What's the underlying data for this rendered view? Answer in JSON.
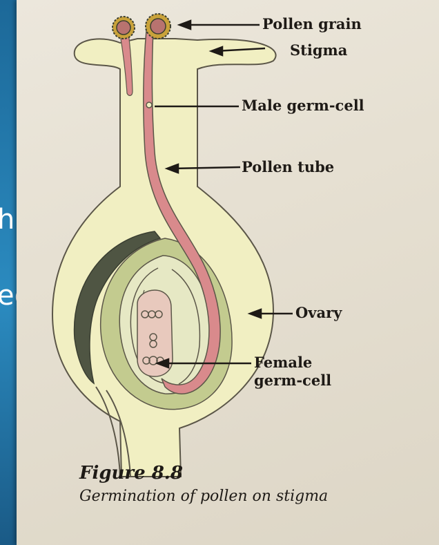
{
  "slide": {
    "partial_text_1": "hi",
    "partial_text_2": "ec"
  },
  "figure": {
    "labels": {
      "pollen_grain": "Pollen grain",
      "stigma": "Stigma",
      "male_germ_cell": "Male germ-cell",
      "pollen_tube": "Pollen tube",
      "ovary": "Ovary",
      "female_germ_cell_1": "Female",
      "female_germ_cell_2": "germ-cell"
    },
    "caption_title": "Figure 8.8",
    "caption_text": "Germination of pollen on stigma"
  },
  "colors": {
    "slide_background": "#2a86b8",
    "paper": "#e8e2d5",
    "pistil_fill": "#f0efc0",
    "tube_pink": "#d98a8c",
    "ovule_green": "#b9c58a",
    "dark_integument": "#4c5241"
  }
}
